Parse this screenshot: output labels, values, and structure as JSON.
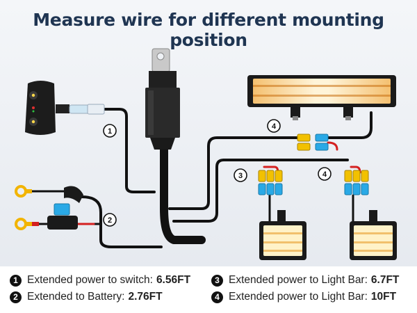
{
  "title": "Measure wire for different mounting position",
  "colors": {
    "title": "#1f3552",
    "wire": "#111111",
    "red": "#d42020",
    "yellow": "#f2c100",
    "blue": "#2aa9e6"
  },
  "callouts": {
    "c1": "1",
    "c2": "2",
    "c3": "3",
    "c4a": "4",
    "c4b": "4"
  },
  "components": {
    "switch_icon": "rocker-switch-icon",
    "relay_icon": "relay-icon",
    "fuse_icon": "fuse-holder-icon",
    "light_bar_icon": "led-light-bar-icon",
    "pod_light_icon": "led-pod-light-icon",
    "ring_terminal_icon": "ring-terminal-icon"
  },
  "legend": [
    {
      "num": "1",
      "label": "Extended power to switch:",
      "value": "6.56FT"
    },
    {
      "num": "2",
      "label": "Extended to Battery:",
      "value": "2.76FT"
    },
    {
      "num": "3",
      "label": "Extended power to Light Bar:",
      "value": "6.7FT"
    },
    {
      "num": "4",
      "label": "Extended power to Light Bar:",
      "value": "10FT"
    }
  ]
}
